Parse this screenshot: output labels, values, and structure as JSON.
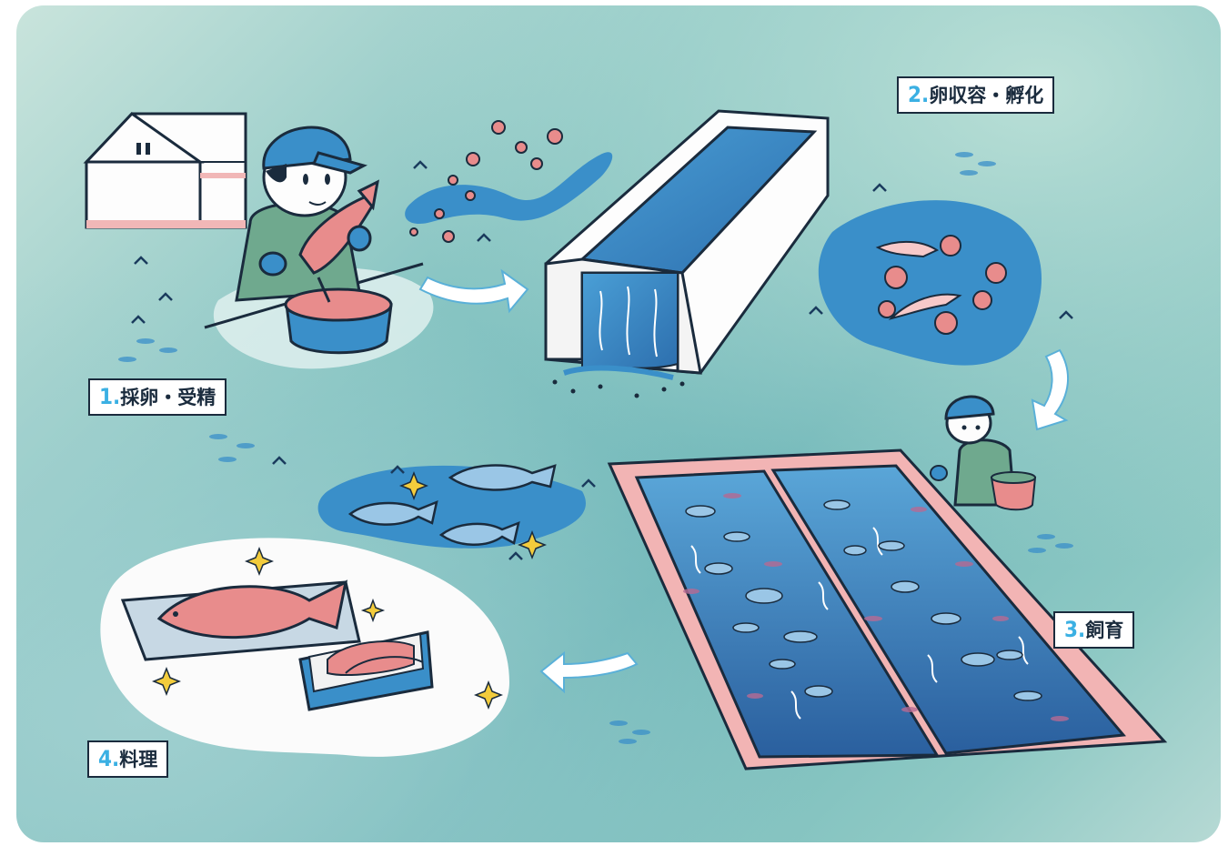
{
  "steps": [
    {
      "num": "1.",
      "label": "採卵・受精"
    },
    {
      "num": "2.",
      "label": "卵収容・孵化"
    },
    {
      "num": "3.",
      "label": "飼育"
    },
    {
      "num": "4.",
      "label": "料理"
    }
  ],
  "colors": {
    "background": "#7fbfbf",
    "water": "#3a8fc9",
    "salmon": "#e88c8c",
    "outline": "#1a2b3d",
    "label_number": "#3bb0e3"
  }
}
